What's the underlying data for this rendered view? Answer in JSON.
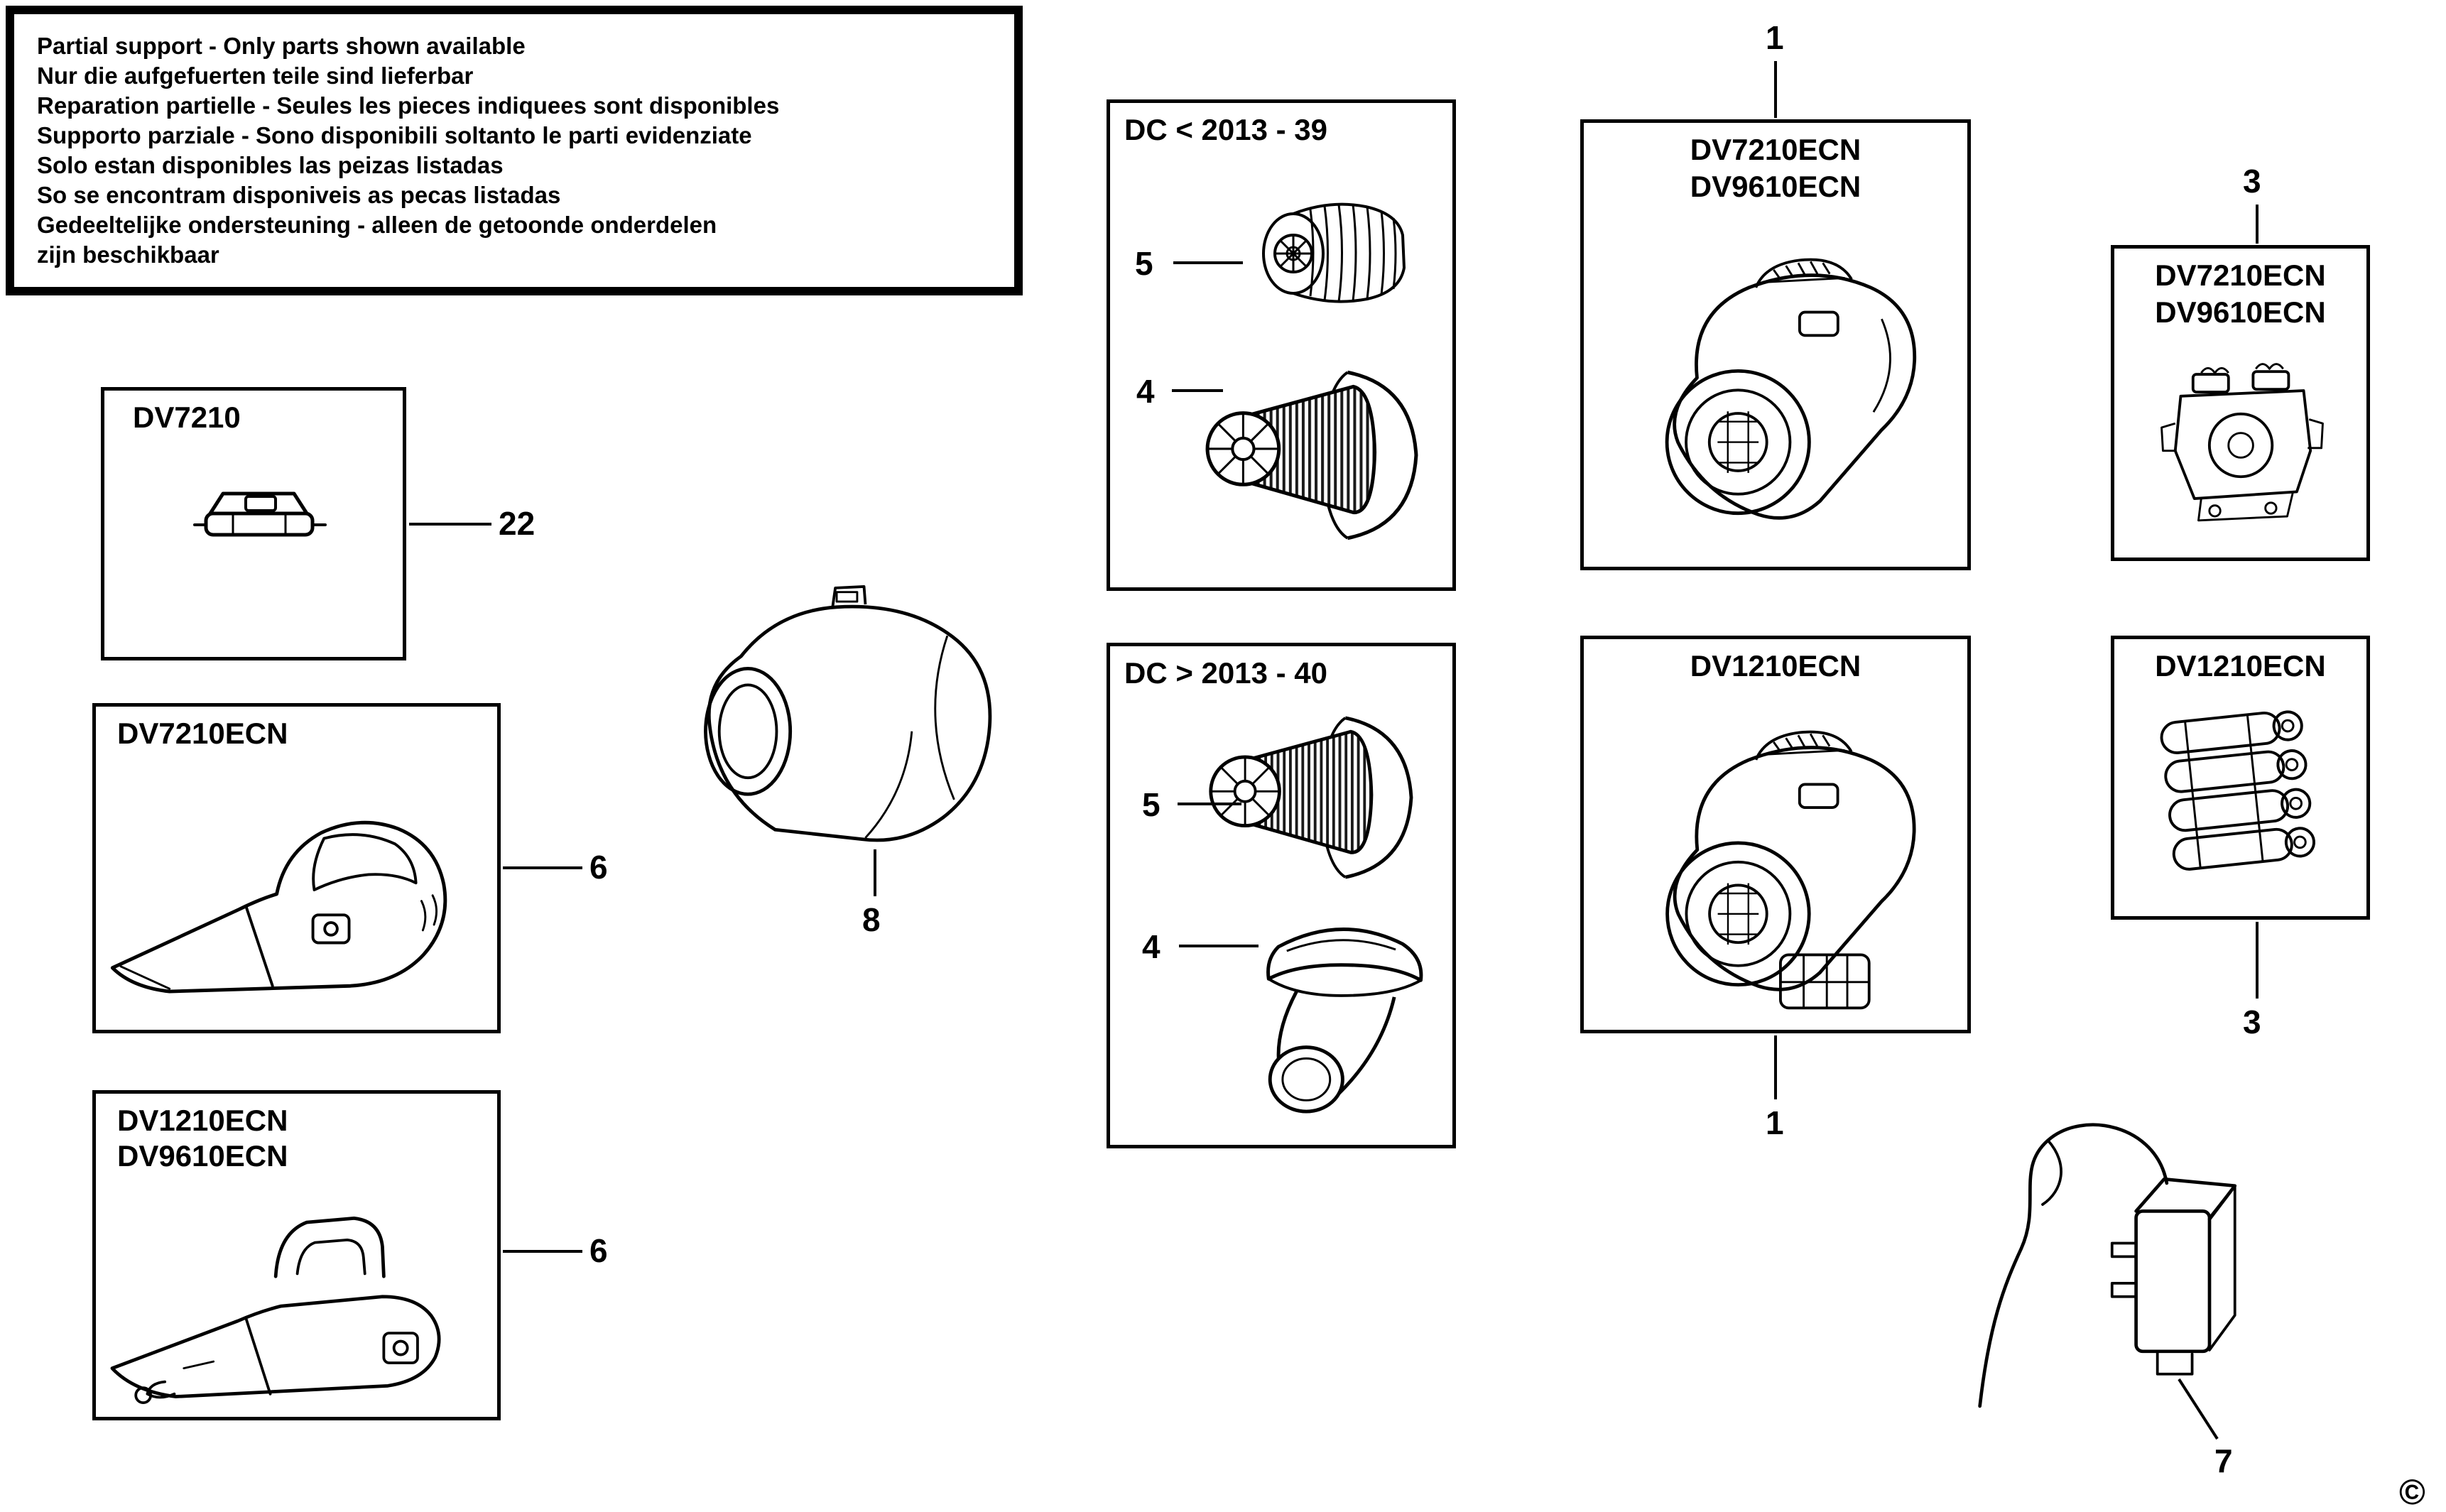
{
  "notice": {
    "lines": [
      "Partial support - Only parts shown available",
      "Nur die aufgefuerten teile sind lieferbar",
      "Reparation partielle - Seules les pieces indiquees sont disponibles",
      "Supporto parziale - Sono disponibili soltanto le parti evidenziate",
      "Solo estan disponibles las peizas listadas",
      "So se encontram disponiveis as pecas listadas",
      "Gedeeltelijke ondersteuning - alleen de getoonde onderdelen",
      "zijn beschikbaar"
    ]
  },
  "panels": {
    "dv7210": {
      "title": "DV7210"
    },
    "dv7210ecn": {
      "title": "DV7210ECN"
    },
    "dv1210_dv9610": {
      "title1": "DV1210ECN",
      "title2": "DV9610ECN"
    },
    "dc_old": {
      "title": "DC < 2013 - 39"
    },
    "dc_new": {
      "title": "DC > 2013 - 40"
    },
    "vac_right_top": {
      "title1": "DV7210ECN",
      "title2": "DV9610ECN"
    },
    "vac_right_bottom": {
      "title": "DV1210ECN"
    },
    "motor": {
      "title1": "DV7210ECN",
      "title2": "DV9610ECN"
    },
    "battery": {
      "title": "DV1210ECN"
    }
  },
  "part_labels": {
    "clip": "22",
    "vac_a": "6",
    "vac_b": "6",
    "body": "8",
    "filter_cap_old": "5",
    "filter_old": "4",
    "filter_new": "5",
    "cone_new": "4",
    "vac_top": "1",
    "vac_bottom": "1",
    "motor": "3",
    "battery": "3",
    "charger": "7"
  },
  "copyright": "©"
}
